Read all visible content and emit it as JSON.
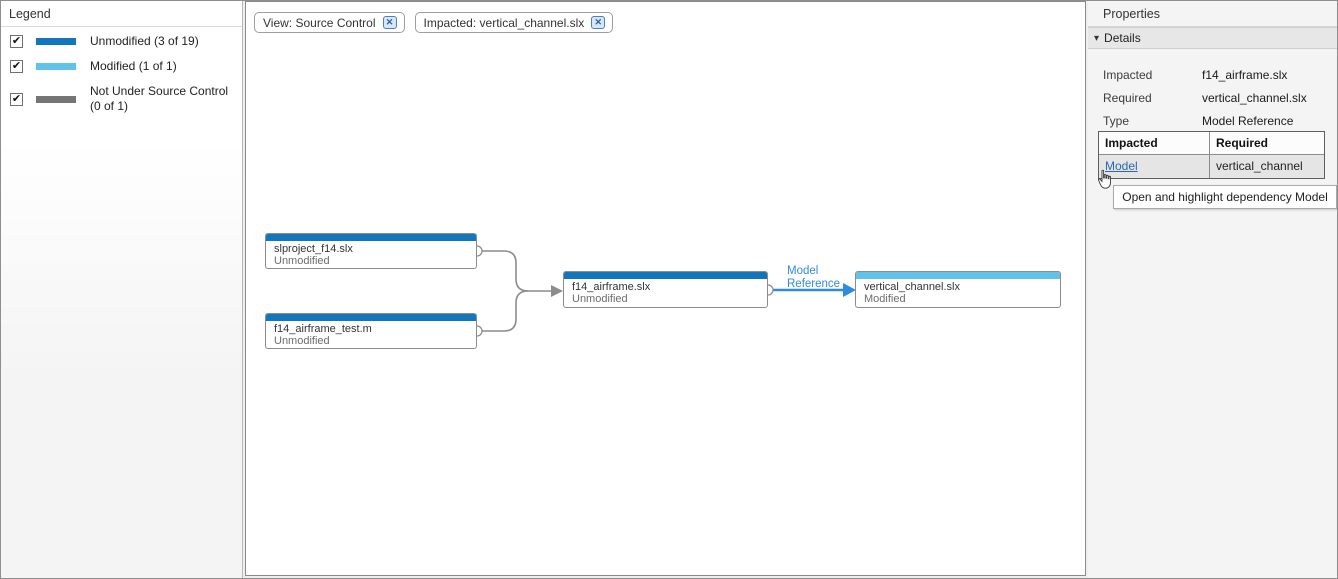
{
  "legend": {
    "title": "Legend",
    "items": [
      {
        "label": "Unmodified (3 of 19)",
        "color": "#1375bc",
        "checked": true
      },
      {
        "label": "Modified (1 of 1)",
        "color": "#61c2ec",
        "checked": true
      },
      {
        "label": "Not Under Source Control (0 of 1)",
        "color": "#757575",
        "checked": true
      }
    ]
  },
  "filters": [
    {
      "label": "View: Source Control"
    },
    {
      "label": "Impacted: vertical_channel.slx"
    }
  ],
  "graph": {
    "nodes": [
      {
        "title": "slproject_f14.slx",
        "status": "Unmodified",
        "color": "#1375bc"
      },
      {
        "title": "f14_airframe_test.m",
        "status": "Unmodified",
        "color": "#1375bc"
      },
      {
        "title": "f14_airframe.slx",
        "status": "Unmodified",
        "color": "#1375bc"
      },
      {
        "title": "vertical_channel.slx",
        "status": "Modified",
        "color": "#61c2ec"
      }
    ],
    "edge_label": "Model Reference",
    "edge_color": "#2f8be2",
    "line_color": "#8c8c8c"
  },
  "properties": {
    "title": "Properties",
    "section": "Details",
    "link_color": "#2a66b8",
    "fields": [
      {
        "label": "Impacted",
        "value": "f14_airframe.slx"
      },
      {
        "label": "Required",
        "value": "vertical_channel.slx"
      },
      {
        "label": "Type",
        "value": "Model Reference"
      }
    ],
    "table": {
      "headers": [
        "Impacted",
        "Required"
      ],
      "rows": [
        {
          "impacted": "Model",
          "required": "vertical_channel"
        }
      ]
    },
    "tooltip": "Open and highlight dependency Model"
  }
}
